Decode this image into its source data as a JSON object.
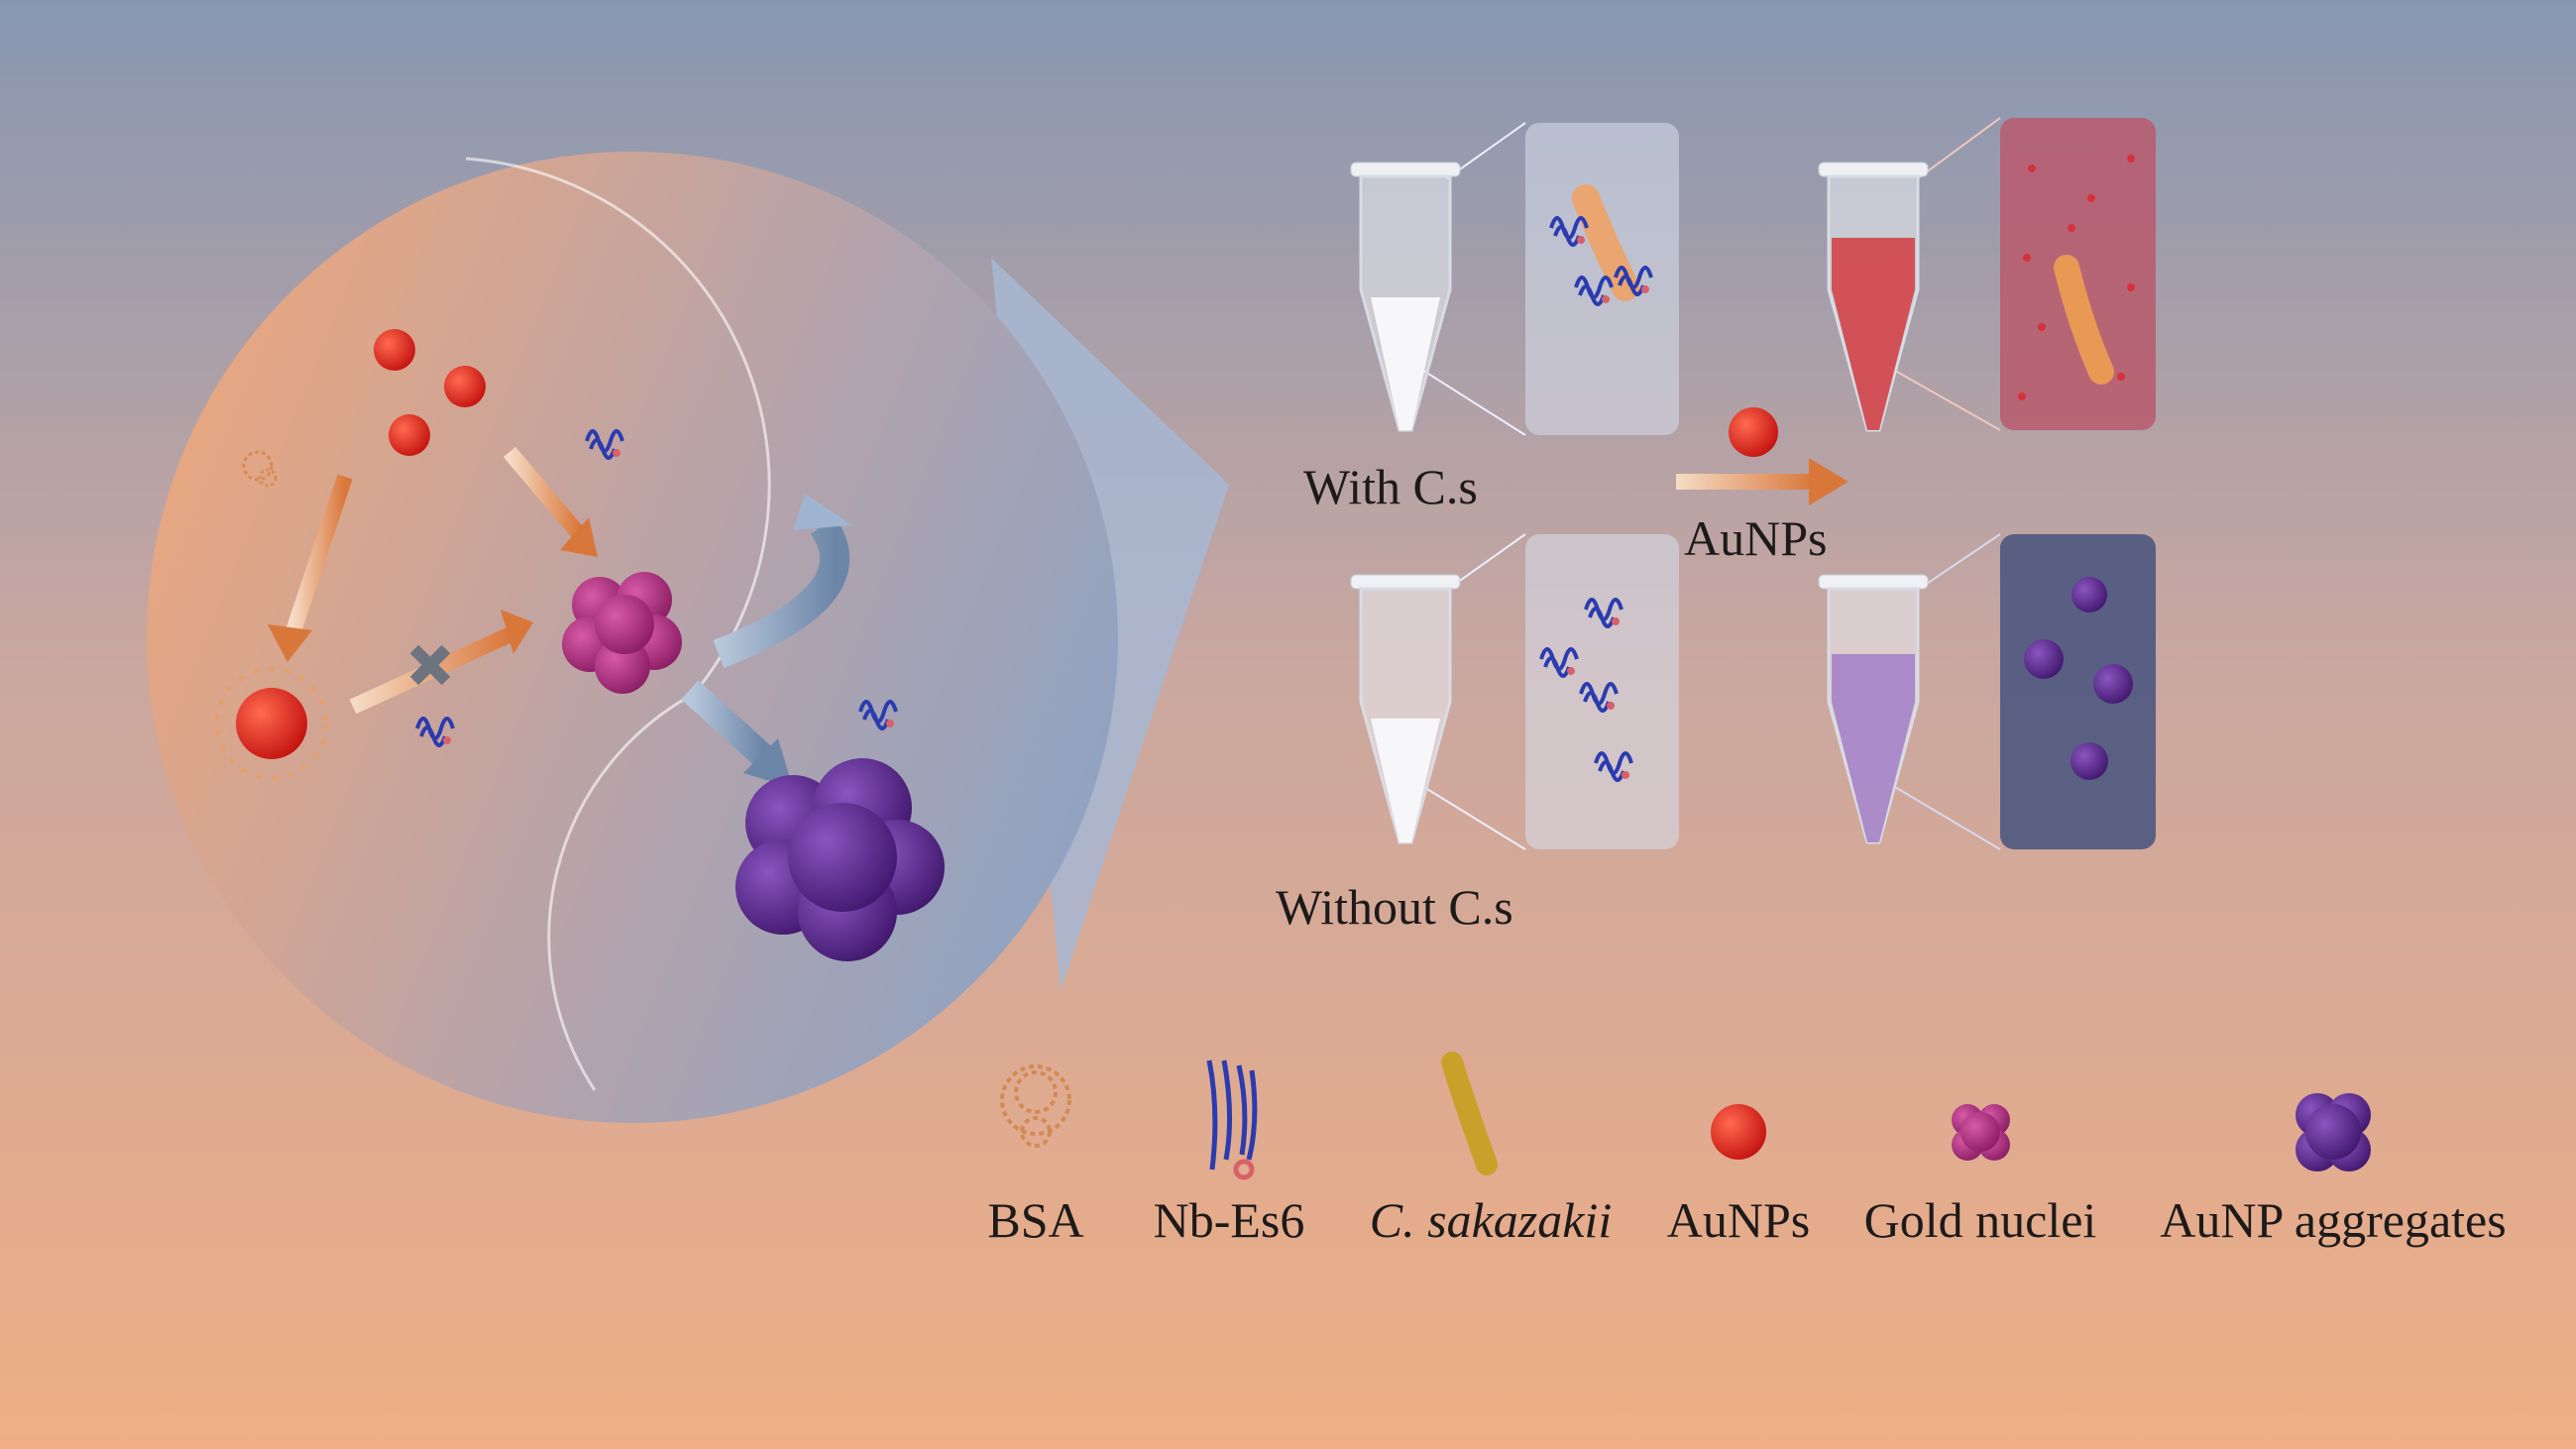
{
  "labels": {
    "with_cs": "With C.s",
    "without_cs": "Without C.s",
    "aunps_arrow": "AuNPs"
  },
  "legend": [
    {
      "label": "BSA",
      "icon": "bsa-protein-icon"
    },
    {
      "label": "Nb-Es6",
      "icon": "nanobody-icon"
    },
    {
      "label": "C. sakazakii",
      "icon": "bacterium-icon"
    },
    {
      "label": "AuNPs",
      "icon": "gold-nanoparticle-icon"
    },
    {
      "label": "Gold nuclei",
      "icon": "gold-nuclei-icon"
    },
    {
      "label": "AuNP aggregates",
      "icon": "aggregate-icon"
    }
  ],
  "colors": {
    "bg_top": "#8898b2",
    "bg_bottom": "#efae85",
    "aunp": "#d8231c",
    "gold_nuclei": "#b0307e",
    "aggregate": "#5a2c8e",
    "arrow": "#e08a45",
    "bacterium": "#c9a12a",
    "nanobody": "#2b3bb0"
  }
}
